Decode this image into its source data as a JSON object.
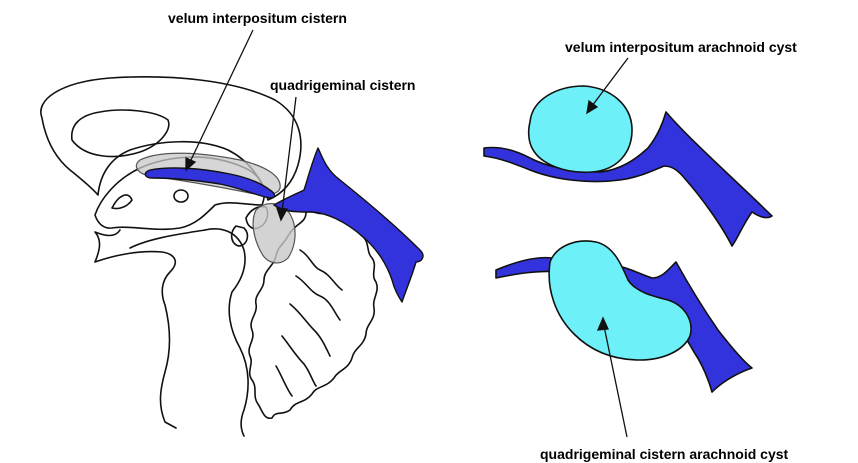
{
  "labels": {
    "velum_interpositum_cistern": "velum interpositum cistern",
    "quadrigeminal_cistern": "quadrigeminal cistern",
    "velum_interpositum_arachnoid_cyst": "velum interpositum arachnoid cyst",
    "quadrigeminal_cistern_arachnoid_cyst": "quadrigeminal cistern arachnoid cyst"
  },
  "colors": {
    "ventricle_blue": "#3333dd",
    "cyst_cyan": "#6ef0f8",
    "cistern_gray": "#c8c8c8",
    "outline": "#111111"
  }
}
